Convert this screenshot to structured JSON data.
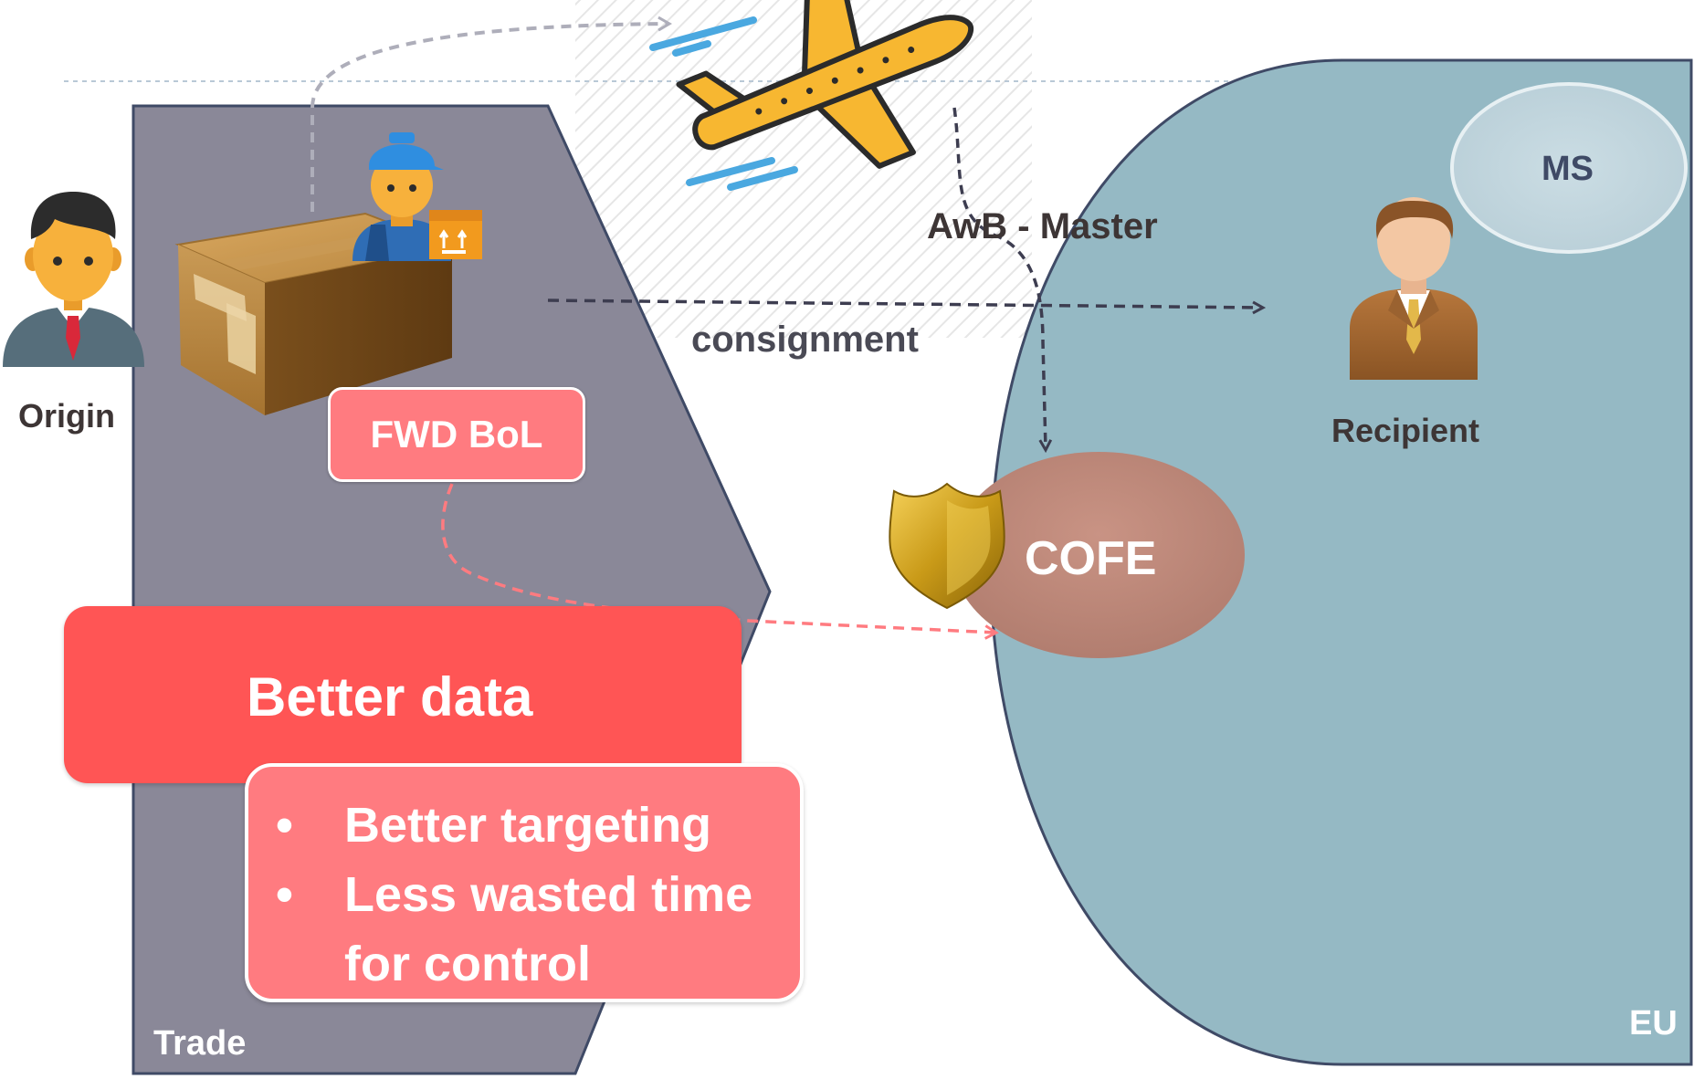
{
  "labels": {
    "origin": "Origin",
    "trade": "Trade",
    "eu": "EU",
    "ms": "MS",
    "recipient": "Recipient",
    "cofe": "COFE",
    "fwd_bol": "FWD BoL",
    "awb_master": "AwB - Master",
    "consignment": "consignment"
  },
  "callout": {
    "title": "Better data",
    "bullets": [
      "Better targeting",
      "Less wasted time",
      "for control"
    ]
  },
  "icons": [
    "person-icon",
    "worker-icon",
    "box-icon",
    "airplane-icon",
    "shield-badge-icon"
  ],
  "colors": {
    "trade_region": "#8a8898",
    "eu_region": "#95b9c4",
    "cofe": "#b98578",
    "ms": "#c2d7df",
    "callout_main": "#ff5555",
    "callout_sub": "#ff7b80",
    "text_dark": "#3d3535"
  }
}
